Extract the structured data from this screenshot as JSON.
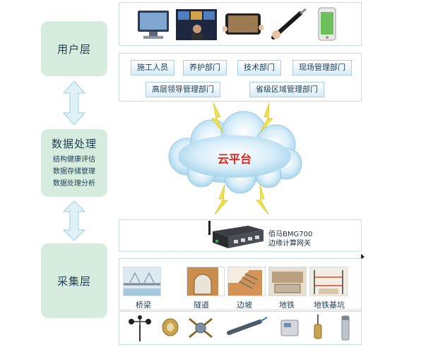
{
  "layers": {
    "user_layer": "用户层",
    "data_processing": {
      "title": "数据处理",
      "items": [
        "结构健康评估",
        "数据存储管理",
        "数据处理分析"
      ]
    },
    "collection_layer": "采集层"
  },
  "departments": [
    "施工人员",
    "养护部门",
    "技术部门",
    "现场管理部门",
    "高层领导管理部门",
    "省级区域管理部门"
  ],
  "cloud": {
    "label": "云平台",
    "color": "#e0261b"
  },
  "gateway": {
    "line1": "佰马BMG700",
    "line2": "边缘计算网关"
  },
  "sites": [
    "桥梁",
    "隧道",
    "边坡",
    "地铁",
    "地铁基坑"
  ],
  "user_devices": [
    "desktop-computer",
    "video-wall",
    "tablet",
    "handheld-terminal",
    "smartphone"
  ],
  "sensors": [
    "anemometer",
    "displacement-sensor",
    "strain-gauge",
    "inclinometer",
    "data-terminal",
    "level-sensor",
    "rod-sensor"
  ],
  "colors": {
    "layer_bg": "#d6ecdf",
    "arrow_fill": "#dff1f6",
    "lightning": "#f2e34a",
    "text": "#1f3d55"
  }
}
